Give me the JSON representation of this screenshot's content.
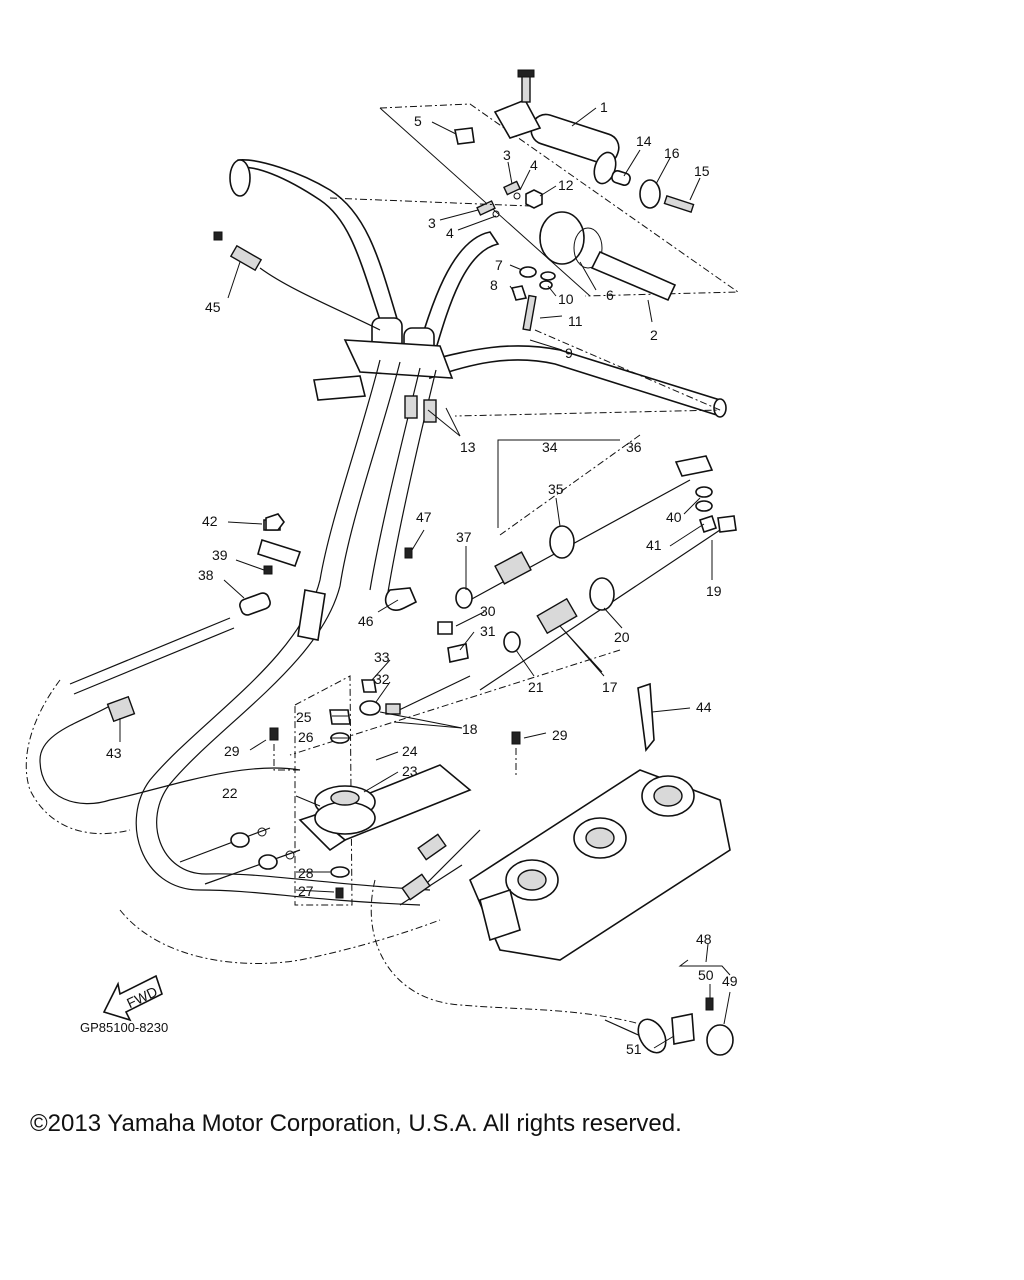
{
  "diagram": {
    "code": "GP85100-8230",
    "fwd_label": "FWD",
    "callouts": [
      "1",
      "2",
      "3",
      "3",
      "4",
      "4",
      "5",
      "6",
      "7",
      "8",
      "9",
      "10",
      "11",
      "12",
      "13",
      "14",
      "15",
      "16",
      "17",
      "18",
      "19",
      "20",
      "21",
      "22",
      "23",
      "24",
      "25",
      "26",
      "27",
      "28",
      "29",
      "29",
      "30",
      "31",
      "32",
      "33",
      "34",
      "35",
      "36",
      "37",
      "38",
      "39",
      "40",
      "41",
      "42",
      "43",
      "44",
      "45",
      "46",
      "47",
      "48",
      "49",
      "50",
      "51"
    ]
  },
  "copyright": "©2013 Yamaha Motor Corporation, U.S.A. All rights reserved."
}
